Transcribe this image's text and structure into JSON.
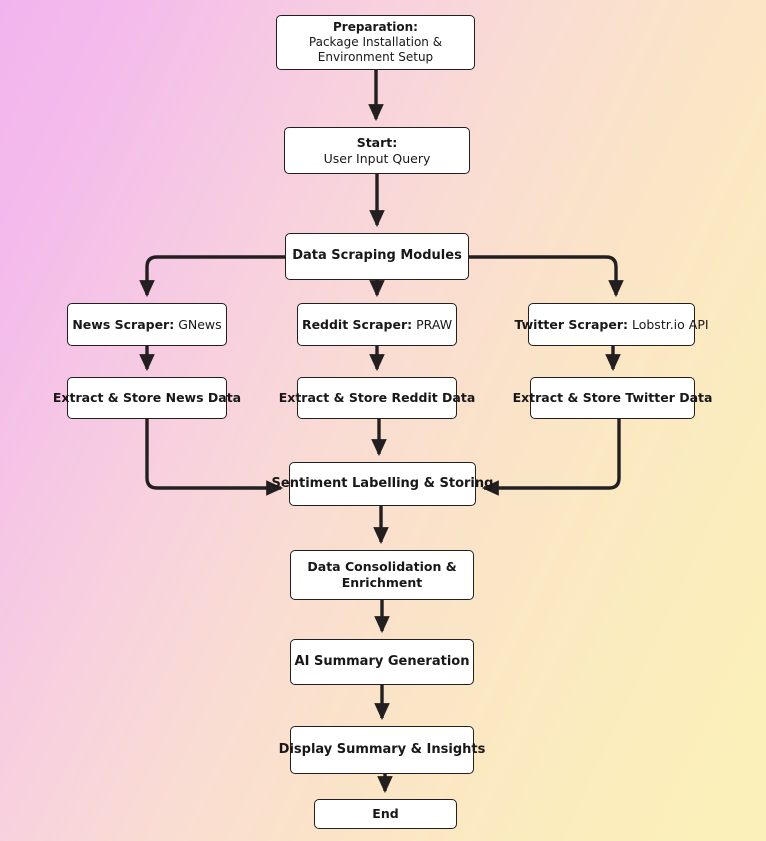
{
  "diagram": {
    "type": "flowchart",
    "direction": "top-to-bottom",
    "title": "Sentiment Analysis Data Pipeline Flowchart",
    "background": {
      "from_color": "#f2b4ee",
      "to_color": "#fbf0b9",
      "style": "diagonal-gradient"
    },
    "node_style": {
      "fill": "#ffffff",
      "stroke": "#231f20",
      "text_color": "#1a1718",
      "corner": "rounded"
    },
    "edge_style": {
      "stroke": "#231f20",
      "arrowhead": "filled-triangle"
    },
    "nodes": {
      "preparation": {
        "label_bold": "Preparation:",
        "label_line2": "Package Installation &",
        "label_line3": "Environment Setup"
      },
      "start": {
        "label_bold": "Start:",
        "label_line2": "User Input Query"
      },
      "scraping_modules": {
        "label": "Data Scraping Modules"
      },
      "news_scraper": {
        "label_bold": "News Scraper:",
        "label_value": " GNews"
      },
      "reddit_scraper": {
        "label_bold": "Reddit Scraper:",
        "label_value": " PRAW"
      },
      "twitter_scraper": {
        "label_bold": "Twitter Scraper:",
        "label_value": " Lobstr.io API"
      },
      "extract_news": {
        "label": "Extract & Store News Data"
      },
      "extract_reddit": {
        "label": "Extract & Store Reddit Data"
      },
      "extract_twitter": {
        "label": "Extract & Store Twitter Data"
      },
      "sentiment": {
        "label": "Sentiment Labelling & Storing"
      },
      "consolidation": {
        "label_line1": "Data Consolidation &",
        "label_line2": "Enrichment"
      },
      "ai_summary": {
        "label": "AI Summary Generation"
      },
      "display": {
        "label": "Display Summary & Insights"
      },
      "end": {
        "label": "End"
      }
    },
    "edges": [
      {
        "from": "preparation",
        "to": "start",
        "label": ""
      },
      {
        "from": "start",
        "to": "scraping_modules",
        "label": ""
      },
      {
        "from": "scraping_modules",
        "to": "news_scraper",
        "label": ""
      },
      {
        "from": "scraping_modules",
        "to": "reddit_scraper",
        "label": ""
      },
      {
        "from": "scraping_modules",
        "to": "twitter_scraper",
        "label": ""
      },
      {
        "from": "news_scraper",
        "to": "extract_news",
        "label": ""
      },
      {
        "from": "reddit_scraper",
        "to": "extract_reddit",
        "label": ""
      },
      {
        "from": "twitter_scraper",
        "to": "extract_twitter",
        "label": ""
      },
      {
        "from": "extract_news",
        "to": "sentiment",
        "label": ""
      },
      {
        "from": "extract_reddit",
        "to": "sentiment",
        "label": ""
      },
      {
        "from": "extract_twitter",
        "to": "sentiment",
        "label": ""
      },
      {
        "from": "sentiment",
        "to": "consolidation",
        "label": ""
      },
      {
        "from": "consolidation",
        "to": "ai_summary",
        "label": ""
      },
      {
        "from": "ai_summary",
        "to": "display",
        "label": ""
      },
      {
        "from": "display",
        "to": "end",
        "label": ""
      }
    ]
  }
}
